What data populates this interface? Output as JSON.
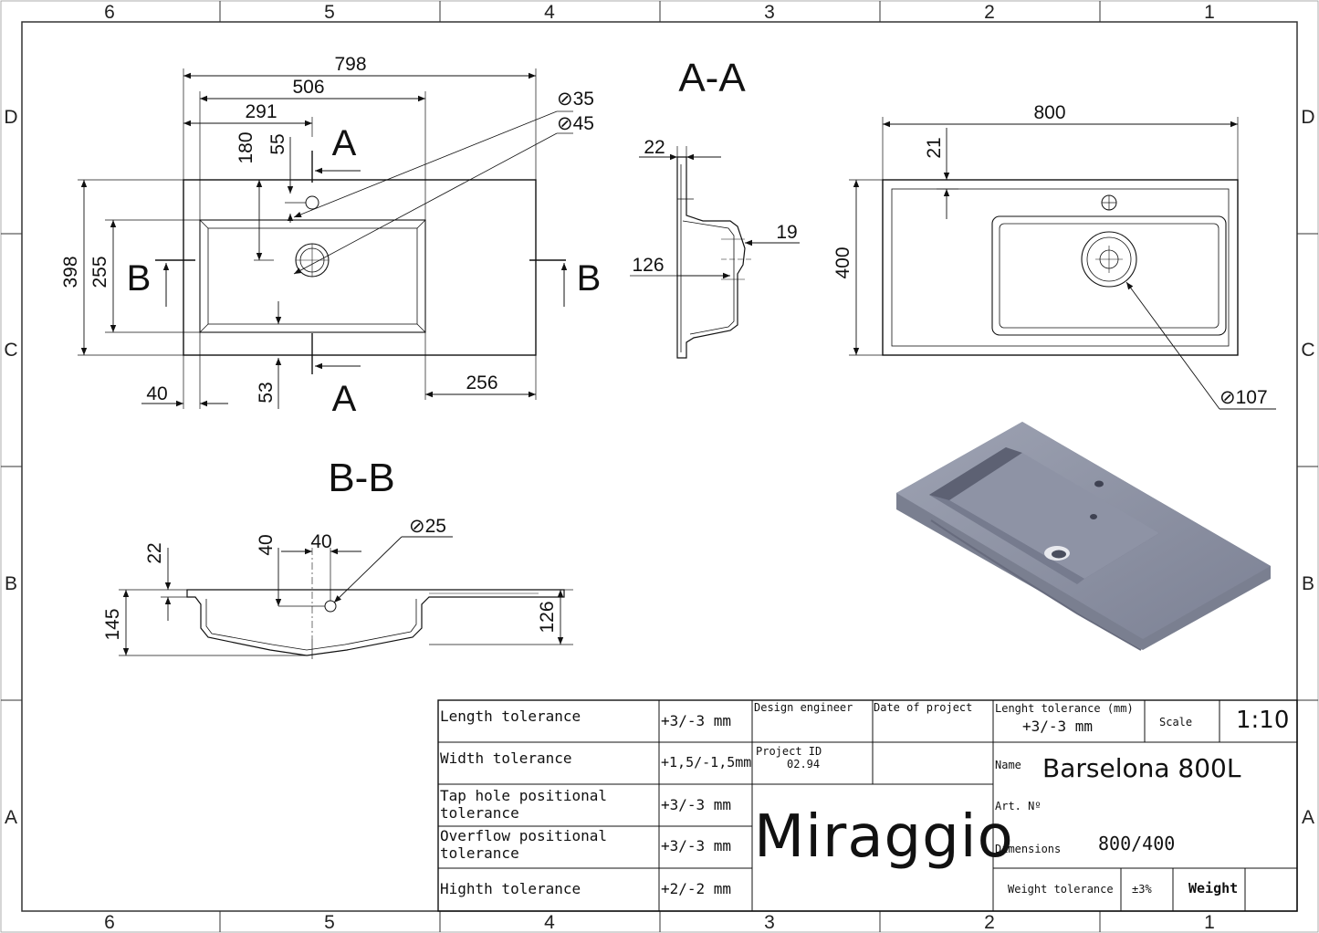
{
  "zones": {
    "columns": [
      "6",
      "5",
      "4",
      "3",
      "2",
      "1"
    ],
    "rows": [
      "D",
      "C",
      "B",
      "A"
    ]
  },
  "views": {
    "section_aa": "A-A",
    "section_bb": "B-B",
    "cut_a": "A",
    "cut_b": "B"
  },
  "dimensions": {
    "top_view": {
      "overall_length": "798",
      "bowl_edge": "506",
      "tap_offset": "291",
      "tap_from_top": "180",
      "overflow_from_top": "55",
      "tap_hole_diameter": "⊘35",
      "drain_diameter": "⊘45",
      "overall_width": "398",
      "bowl_width": "255",
      "left_margin": "40",
      "bottom_margin": "53",
      "right_deck": "256"
    },
    "section_aa_view": {
      "top_thickness": "22",
      "depth": "126",
      "drain_offset": "19"
    },
    "right_view": {
      "length": "800",
      "width": "400",
      "edge": "21",
      "drain_diameter": "⊘107"
    },
    "section_bb_view": {
      "top_thickness": "22",
      "overall_height": "145",
      "overflow_height": "40",
      "overflow_width": "40",
      "overflow_diameter": "⊘25",
      "deck_height": "126"
    }
  },
  "title_block": {
    "tolerances": [
      {
        "label": "Length tolerance",
        "value": "+3/-3 mm"
      },
      {
        "label": "Width tolerance",
        "value": "+1,5/-1,5mm"
      },
      {
        "label": "Tap hole positional",
        "label2": "tolerance",
        "value": "+3/-3 mm"
      },
      {
        "label": "Overflow positional",
        "label2": "tolerance",
        "value": "+3/-3 mm"
      },
      {
        "label": "Highth tolerance",
        "value": "+2/-2 mm"
      }
    ],
    "design_engineer_label": "Design engineer",
    "date_label": "Date of project",
    "project_id_label": "Project ID",
    "project_id": "02.94",
    "brand": "Miraggio",
    "lenght_tolerance_label": "Lenght tolerance (mm)",
    "lenght_tolerance_value": "+3/-3 mm",
    "scale_label": "Scale",
    "scale_value": "1:10",
    "name_label": "Name",
    "name_value": "Barselona 800L",
    "art_label": "Art. Nº",
    "dimensions_label": "Dimensions",
    "dimensions_value": "800/400",
    "weight_tolerance_label": "Weight tolerance",
    "weight_tolerance_value": "±3%",
    "weight_label": "Weight"
  }
}
